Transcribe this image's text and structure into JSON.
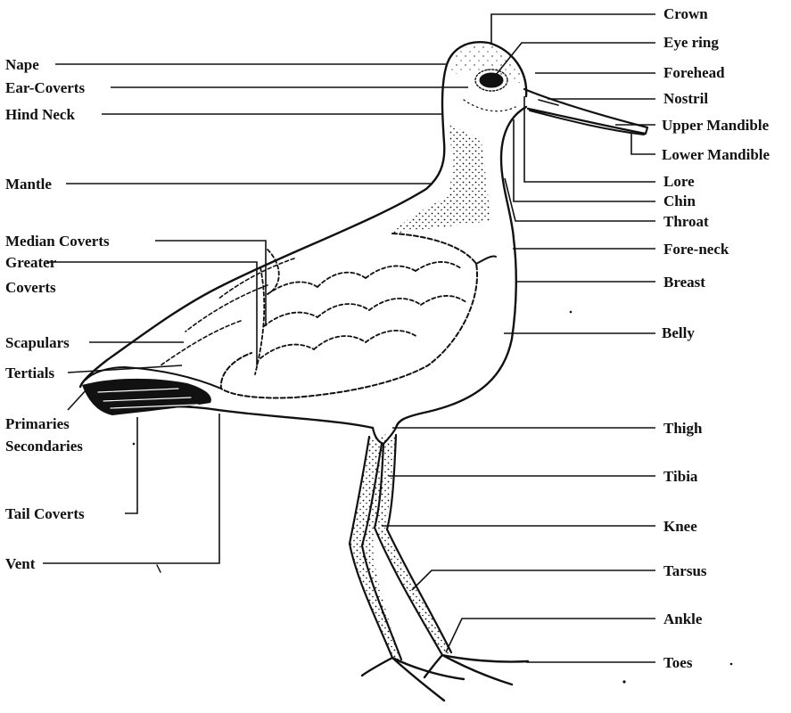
{
  "colors": {
    "ink": "#111111",
    "background": "#ffffff"
  },
  "labels": {
    "crown": "Crown",
    "eye_ring": "Eye ring",
    "forehead": "Forehead",
    "nostril": "Nostril",
    "upper_mandible": "Upper Mandible",
    "lower_mandible": "Lower Mandible",
    "lore": "Lore",
    "chin": "Chin",
    "throat": "Throat",
    "fore_neck": "Fore-neck",
    "breast": "Breast",
    "belly": "Belly",
    "thigh": "Thigh",
    "tibia": "Tibia",
    "knee": "Knee",
    "tarsus": "Tarsus",
    "ankle": "Ankle",
    "toes": "Toes",
    "nape": "Nape",
    "ear_coverts": "Ear-Coverts",
    "hind_neck": "Hind Neck",
    "mantle": "Mantle",
    "median_coverts": "Median Coverts",
    "greater_coverts_line1": "Greater",
    "greater_coverts_line2": "Coverts",
    "scapulars": "Scapulars",
    "tertials": "Tertials",
    "primaries": "Primaries",
    "secondaries": "Secondaries",
    "tail_coverts": "Tail Coverts",
    "vent": "Vent"
  }
}
